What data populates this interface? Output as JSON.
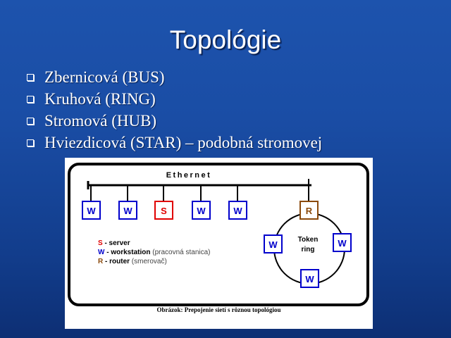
{
  "slide": {
    "title": "Topológie",
    "bullets": [
      "Zbernicová (BUS)",
      "Kruhová (RING)",
      "Stromová (HUB)",
      "Hviezdicová (STAR) – podobná stromovej"
    ],
    "bullet_icon": "square-bullet-icon"
  },
  "diagram": {
    "bus_label": "Ethernet",
    "bus_nodes": [
      "W",
      "W",
      "S",
      "W",
      "W"
    ],
    "router_label": "R",
    "ring_label_line1": "Token",
    "ring_label_line2": "ring",
    "ring_nodes": [
      "W",
      "W",
      "W"
    ],
    "legend": [
      {
        "code": "S",
        "term": "- server",
        "note": "",
        "color": "#e00000"
      },
      {
        "code": "W",
        "term": "- workstation",
        "note": "(pracovná stanica)",
        "color": "#0000cc"
      },
      {
        "code": "R",
        "term": "- router",
        "note": "(smerovač)",
        "color": "#8b4a0c"
      }
    ],
    "caption": "Obrázok:  Prepojenie sietí s rôznou topológiou",
    "colors": {
      "workstation": "#0000cc",
      "server": "#e00000",
      "router": "#8b4a0c"
    }
  }
}
